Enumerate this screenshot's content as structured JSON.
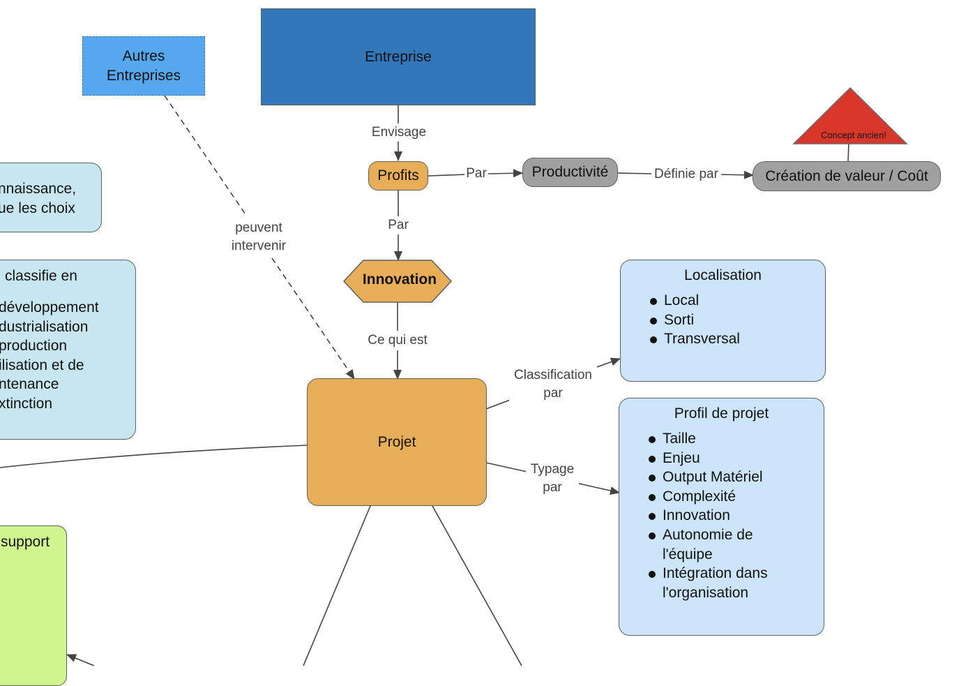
{
  "nodes": {
    "autres_entreprises": {
      "line1": "Autres",
      "line2": "Entreprises"
    },
    "entreprise": "Entreprise",
    "profits": "Profits",
    "productivite": "Productivité",
    "creation_valeur": "Création de valeur / Coût",
    "concept_ancien": "Concept ancien!",
    "innovation": "Innovation",
    "projet": "Projet",
    "connaissance_partial": {
      "line1": "nnaissance,",
      "line2": "ue les choix"
    },
    "classifie_partial": {
      "title": "classifie en",
      "lines": [
        "développement",
        "dustrialisation",
        "production",
        "ilisation et de",
        "ntenance",
        "xtinction"
      ]
    },
    "support_partial": "support",
    "localisation": {
      "title": "Localisation",
      "items": [
        "Local",
        "Sorti",
        "Transversal"
      ]
    },
    "profil_projet": {
      "title": "Profil de projet",
      "items": [
        "Taille",
        "Enjeu",
        "Output Matériel",
        "Complexité",
        "Innovation",
        "Autonomie de\nl'équipe",
        "Intégration dans\nl'organisation"
      ]
    }
  },
  "edges": {
    "envisage": "Envisage",
    "par_profits_productivite": "Par",
    "definie_par": "Définie par",
    "par_profits_innovation": "Par",
    "ce_qui_est": "Ce qui est",
    "peuvent_intervenir": {
      "line1": "peuvent",
      "line2": "intervenir"
    },
    "classification_par": {
      "line1": "Classification",
      "line2": "par"
    },
    "typage_par": {
      "line1": "Typage",
      "line2": "par"
    }
  },
  "colors": {
    "dark_blue": "#3377bb",
    "light_blue_dashed": "#55a7ee",
    "orange": "#e8ae57",
    "gray": "#a0a0a0",
    "red": "#d9372a",
    "pale_blue": "#c7e6f0",
    "pale_blue_list": "#cce5fa",
    "pale_green": "#cff58f"
  }
}
